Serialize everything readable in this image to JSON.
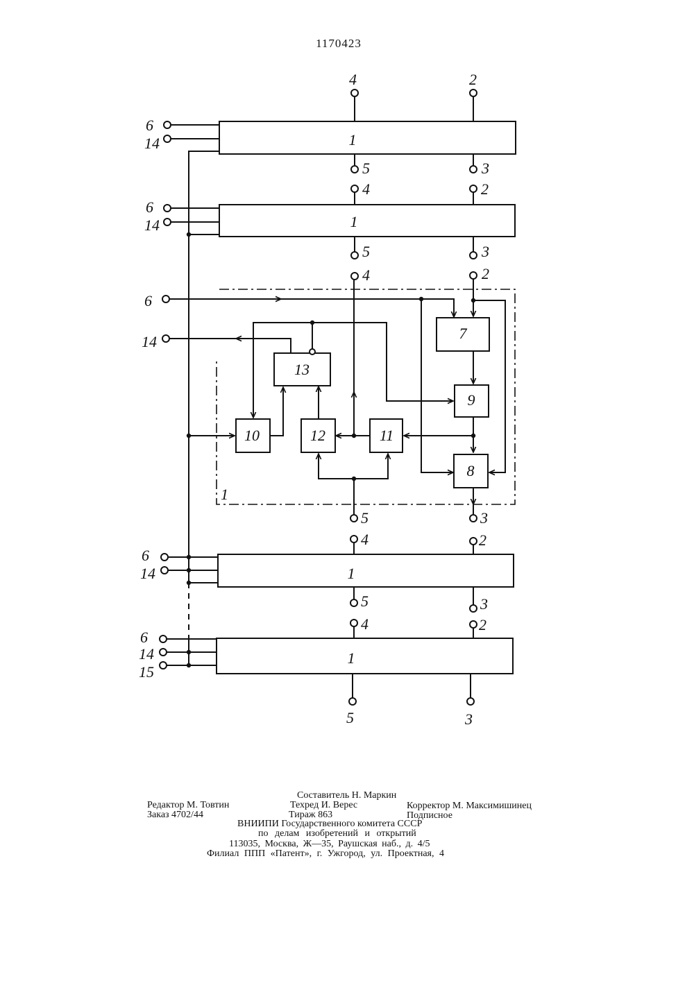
{
  "patent_number": "1170423",
  "diagram": {
    "block_labels": {
      "b1": "1",
      "b2": "1",
      "b3": "1",
      "b4": "1",
      "b5": "1",
      "b7": "7",
      "b8": "8",
      "b9": "9",
      "b10": "10",
      "b11": "11",
      "b12": "12",
      "b13": "13"
    },
    "terminals": {
      "top4": "4",
      "top2": "2",
      "s1_l6": "6",
      "s1_l14": "14",
      "s1_5": "5",
      "s1_3": "3",
      "s2_4": "4",
      "s2_2": "2",
      "s2_l6": "6",
      "s2_l14": "14",
      "s2_5": "5",
      "s2_3": "3",
      "s3_4": "4",
      "s3_2": "2",
      "s3_l6": "6",
      "s3_l14": "14",
      "s3_5": "5",
      "s3_3": "3",
      "s4_4": "4",
      "s4_2": "2",
      "s4_l6": "6",
      "s4_l14": "14",
      "s4_5": "5",
      "s4_3": "3",
      "s5_4": "4",
      "s5_2": "2",
      "s5_l6": "6",
      "s5_l14": "14",
      "s5_l15": "15",
      "bot5": "5",
      "bot3": "3"
    }
  },
  "imprint": {
    "compiler": "Составитель Н. Маркин",
    "editor": "Редактор М. Товтин",
    "techred": "Техред И. Верес",
    "corrector": "Корректор М. Максимишинец",
    "order": "Заказ 4702/44",
    "print_run": "Тираж 863",
    "subscription": "Подписное",
    "org": "ВНИИПИ Государственного комитета СССР",
    "org_sub": "по делам изобретений и открытий",
    "address": "113035, Москва, Ж—35, Раушская наб., д. 4/5",
    "branch": "Филиал ППП «Патент», г. Ужгород, ул. Проектная, 4"
  }
}
